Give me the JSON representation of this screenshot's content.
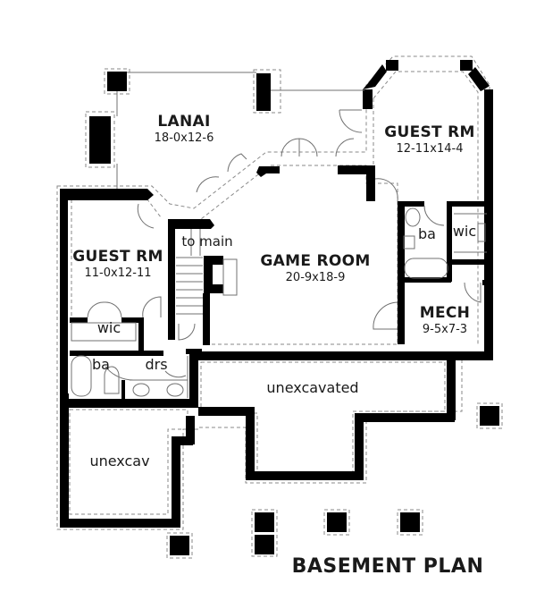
{
  "plan": {
    "title": "BASEMENT PLAN",
    "rooms": {
      "lanai": {
        "name": "LANAI",
        "dims": "18-0x12-6"
      },
      "guest_rm_right": {
        "name": "GUEST RM",
        "dims": "12-11x14-4"
      },
      "guest_rm_left": {
        "name": "GUEST RM",
        "dims": "11-0x12-11"
      },
      "game_room": {
        "name": "GAME ROOM",
        "dims": "20-9x18-9"
      },
      "mech": {
        "name": "MECH",
        "dims": "9-5x7-3"
      }
    },
    "labels": {
      "stairs": "to main",
      "bath_left": "ba",
      "bath_right": "ba",
      "wic_left": "wic",
      "wic_right": "wic",
      "dresser": "drs",
      "unexcavated": "unexcavated",
      "unexcav": "unexcav"
    },
    "colors": {
      "wall": "#000000",
      "dashed": "#8a8a8a",
      "thin": "#707070",
      "text": "#1a1a1a"
    }
  }
}
